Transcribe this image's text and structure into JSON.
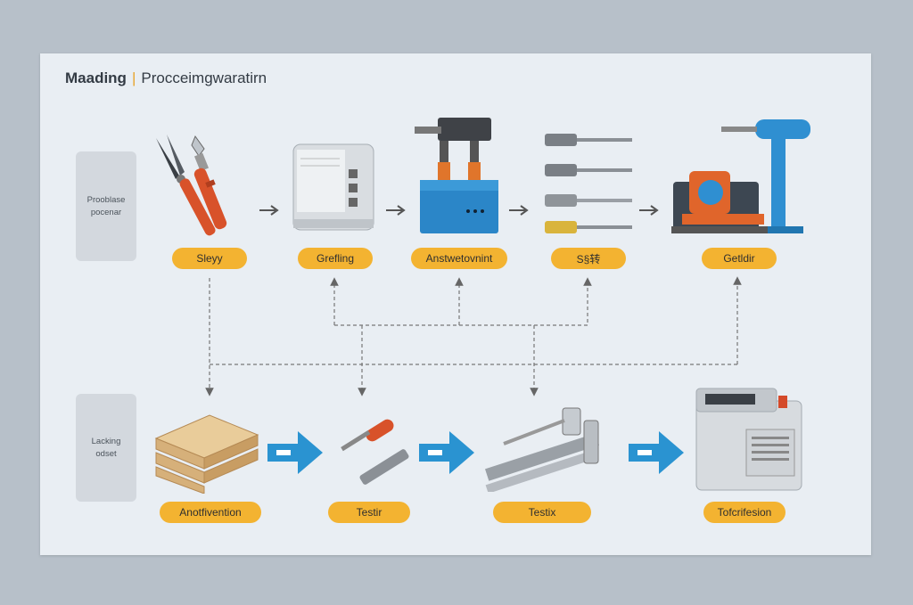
{
  "header": {
    "title_main": "Maading",
    "separator": "|",
    "title_sub": "Procceimgwaratirn"
  },
  "side_labels": {
    "top": [
      "Prooblase",
      "pocenar"
    ],
    "bottom": [
      "Lacking",
      "odset"
    ]
  },
  "top_row": [
    {
      "label": "Sleyy",
      "icon": "pliers-screwdriver-icon"
    },
    {
      "label": "Grefling",
      "icon": "machine-cabinet-icon"
    },
    {
      "label": "Anstwetovnint",
      "icon": "press-machine-icon"
    },
    {
      "label": "S§转",
      "icon": "drill-bits-icon"
    },
    {
      "label": "Getldir",
      "icon": "drill-press-icon"
    }
  ],
  "bottom_row": [
    {
      "label": "Anotfivention",
      "icon": "wooden-pallet-icon"
    },
    {
      "label": "Testir",
      "icon": "screwdriver-icon"
    },
    {
      "label": "Testix",
      "icon": "bar-clamp-icon"
    },
    {
      "label": "Tofcrifesion",
      "icon": "industrial-unit-icon"
    }
  ],
  "colors": {
    "pill": "#f3b331",
    "flow_arrow": "#2a93d1",
    "connector": "#666666",
    "background": "#e9eef3"
  }
}
